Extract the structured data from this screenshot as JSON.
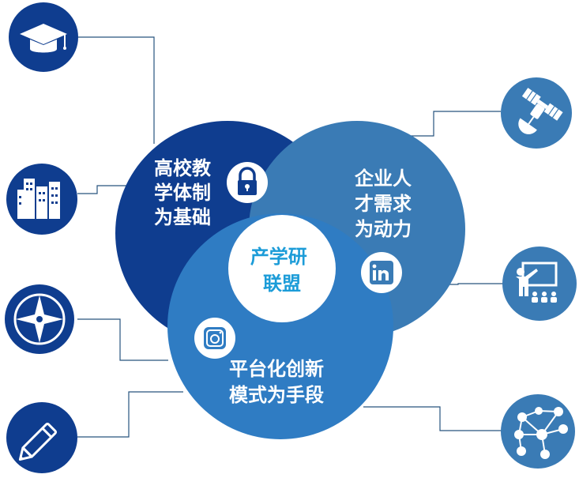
{
  "colors": {
    "navy": "#0f3d8f",
    "steel": "#3a7bb5",
    "mid": "#2f7cc3",
    "center_text": "#1c9cd8",
    "connector": "#27537e"
  },
  "circles": {
    "university": {
      "lines": [
        "高校教",
        "学体制",
        "为基础"
      ],
      "icon": "lock-icon"
    },
    "enterprise": {
      "lines": [
        "企业人",
        "才需求",
        "为动力"
      ],
      "icon": "linkedin-icon"
    },
    "platform": {
      "lines": [
        "平台化创新",
        "模式为手段"
      ],
      "icon": "instagram-icon"
    },
    "center": {
      "lines": [
        "产学研",
        "联盟"
      ]
    }
  },
  "side_icons": {
    "left": [
      "graduation-cap-icon",
      "city-buildings-icon",
      "compass-icon",
      "pencil-icon"
    ],
    "right": [
      "satellite-icon",
      "presentation-icon",
      "network-icon"
    ]
  }
}
